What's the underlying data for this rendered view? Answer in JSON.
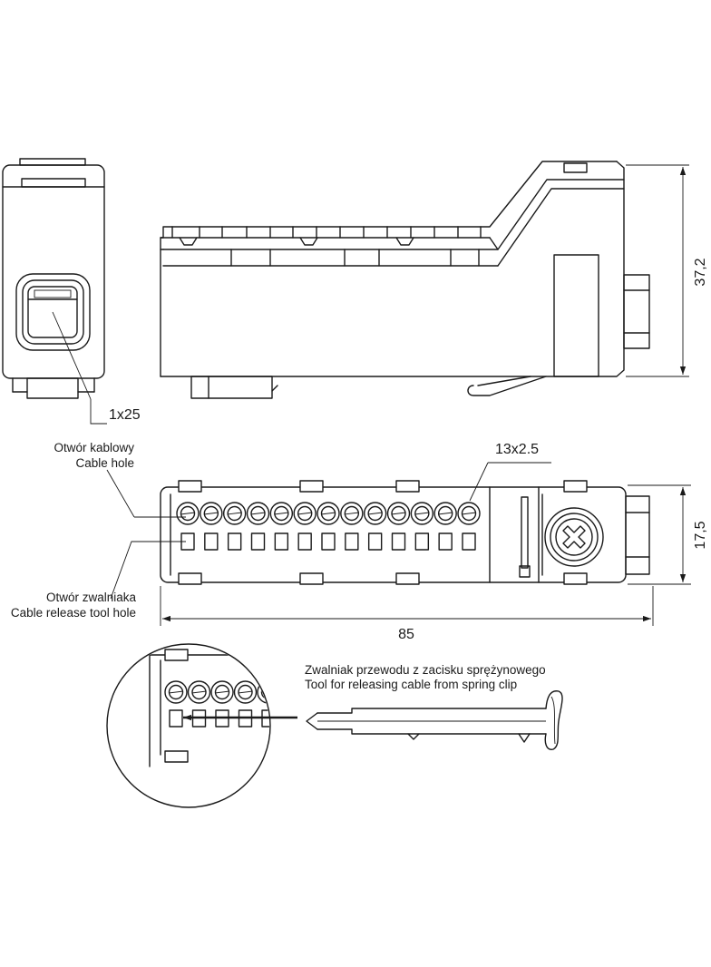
{
  "labels": {
    "cable_hole_pl": "Otwór kablowy",
    "cable_hole_en": "Cable hole",
    "release_hole_pl": "Otwór zwalniaka",
    "release_hole_en": "Cable release tool hole",
    "tool_pl": "Zwalniak przewodu z zacisku sprężynowego",
    "tool_en": "Tool for releasing cable from spring clip",
    "main_hole": "1x25",
    "small_holes": "13x2.5"
  },
  "dimensions": {
    "height": "37,2",
    "width": "17,5",
    "length": "85"
  },
  "terminal_count": 13
}
